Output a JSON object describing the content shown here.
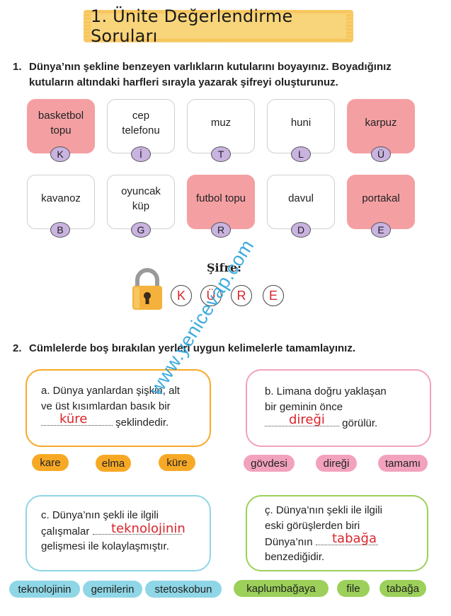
{
  "title": "1. Ünite Değerlendirme Soruları",
  "q1": {
    "number": "1.",
    "line1": "Dünya’nın şekline benzeyen varlıkların kutularını boyayınız. Boyadığınız",
    "line2": "kutuların altındaki harfleri sırayla yazarak şifreyi oluşturunuz.",
    "boxes": [
      {
        "lines": [
          "basketbol",
          "topu"
        ],
        "letter": "K",
        "colored": true
      },
      {
        "lines": [
          "cep",
          "telefonu"
        ],
        "letter": "İ",
        "colored": false
      },
      {
        "lines": [
          "muz"
        ],
        "letter": "T",
        "colored": false
      },
      {
        "lines": [
          "huni"
        ],
        "letter": "L",
        "colored": false
      },
      {
        "lines": [
          "karpuz"
        ],
        "letter": "Ü",
        "colored": true
      },
      {
        "lines": [
          "kavanoz"
        ],
        "letter": "B",
        "colored": false
      },
      {
        "lines": [
          "oyuncak",
          "küp"
        ],
        "letter": "G",
        "colored": false
      },
      {
        "lines": [
          "futbol topu"
        ],
        "letter": "R",
        "colored": true
      },
      {
        "lines": [
          "davul"
        ],
        "letter": "D",
        "colored": false
      },
      {
        "lines": [
          "portakal"
        ],
        "letter": "E",
        "colored": true
      }
    ],
    "sifre_label": "Şifre:",
    "answer": [
      "K",
      "Ü",
      "R",
      "E"
    ]
  },
  "q2": {
    "number": "2.",
    "text": "Cümlelerde boş bırakılan yerleri uygun kelimelerle tamamlayınız.",
    "a": {
      "l1": "a. Dünya yanlardan şişkin, alt",
      "l2": "ve üst kısımlardan basık bir",
      "l3_after": "şeklindedir.",
      "answer": "küre",
      "chips": [
        "kare",
        "elma",
        "küre"
      ]
    },
    "b": {
      "l1": "b. Limana doğru yaklaşan",
      "l2": "bir geminin önce",
      "l3_after": "görülür.",
      "answer": "direği",
      "chips": [
        "gövdesi",
        "direği",
        "tamamı"
      ]
    },
    "c": {
      "l1": "c. Dünya’nın şekli ile ilgili",
      "l2_before": "çalışmalar",
      "l3": "gelişmesi ile kolaylaşmıştır.",
      "answer": "teknolojinin",
      "chips": [
        "teknolojinin",
        "gemilerin",
        "stetoskobun"
      ]
    },
    "d": {
      "l1": "ç. Dünya’nın şekli ile ilgili",
      "l2": "eski görüşlerden biri",
      "l3_before": "Dünya’nın",
      "l4": "benzediğidir.",
      "answer": "tabağa",
      "chips": [
        "kaplumbağaya",
        "file",
        "tabağa"
      ]
    }
  },
  "watermark": "www.yenicevap.com",
  "colors": {
    "pink_box": "#f4a0a3",
    "letter_circle": "#c9b3e0",
    "answer_red": "#d9252b",
    "orange": "#f7a926",
    "pink": "#f2a2bd",
    "blue": "#8fd6e6",
    "green": "#9cd05a",
    "title_bg": "#f8d57a"
  }
}
